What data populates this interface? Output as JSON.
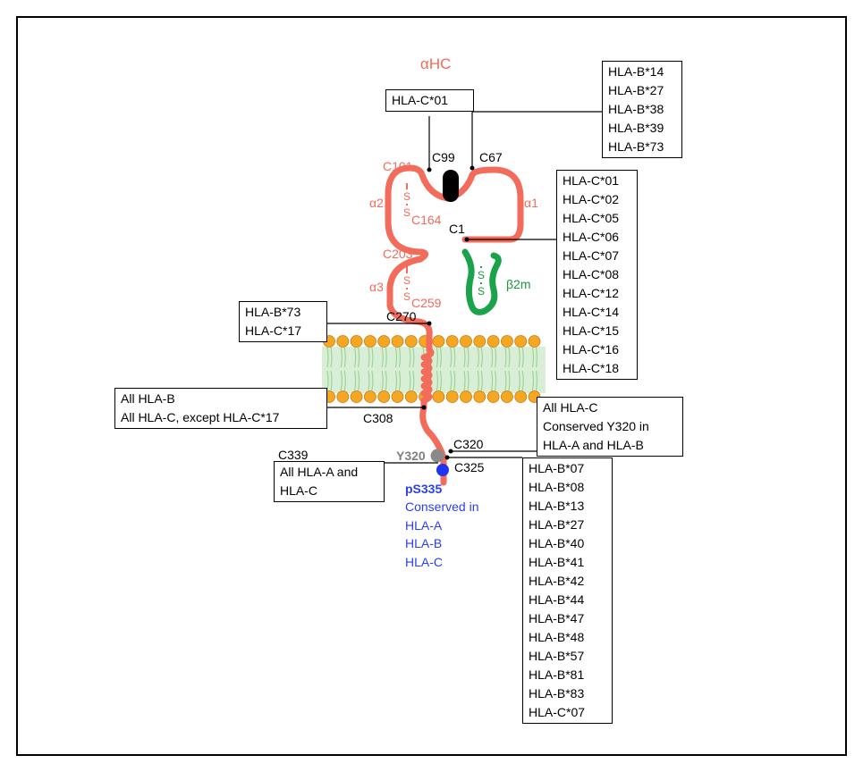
{
  "colors": {
    "heavy_chain": "#f26b5b",
    "b2m": "#1aa34a",
    "phospho": "#2234f0",
    "tyrosine": "#8a8a8a",
    "lipid_head": "#f5a623",
    "lipid_tail": "#9fd39a",
    "membrane_band": "#cfe9cc"
  },
  "chain": {
    "title": "αHC",
    "domains": {
      "a1": "α1",
      "a2": "α2",
      "a3": "α3"
    },
    "b2m": "β2m",
    "disulfide_s": "S"
  },
  "residues": {
    "c1": "C1",
    "c67": "C67",
    "c99": "C99",
    "c101": "C101",
    "c164": "C164",
    "c203": "C203",
    "c259": "C259",
    "c270": "C270",
    "c308": "C308",
    "c320": "C320",
    "c325": "C325",
    "c339": "C339",
    "y320": "Y320"
  },
  "phospho": {
    "site": "pS335",
    "lines": [
      "Conserved in",
      "HLA-A",
      "HLA-B",
      "HLA-C"
    ]
  },
  "boxes": {
    "c99_box": [
      "HLA-C*01"
    ],
    "c67_box": [
      "HLA-B*14",
      "HLA-B*27",
      "HLA-B*38",
      "HLA-B*39",
      "HLA-B*73"
    ],
    "c1_box": [
      "HLA-C*01",
      "HLA-C*02",
      "HLA-C*05",
      "HLA-C*06",
      "HLA-C*07",
      "HLA-C*08",
      "HLA-C*12",
      "HLA-C*14",
      "HLA-C*15",
      "HLA-C*16",
      "HLA-C*18"
    ],
    "c270_box": [
      "HLA-B*73",
      "HLA-C*17"
    ],
    "c308_box": [
      "All HLA-B",
      "All HLA-C, except HLA-C*17"
    ],
    "c320_box": [
      "All HLA-C",
      "Conserved Y320 in",
      "HLA-A and HLA-B"
    ],
    "c339_box": [
      "All HLA-A and",
      "HLA-C"
    ],
    "c325_box": [
      "HLA-B*07",
      "HLA-B*08",
      "HLA-B*13",
      "HLA-B*27",
      "HLA-B*40",
      "HLA-B*41",
      "HLA-B*42",
      "HLA-B*44",
      "HLA-B*47",
      "HLA-B*48",
      "HLA-B*57",
      "HLA-B*81",
      "HLA-B*83",
      "HLA-C*07"
    ]
  }
}
